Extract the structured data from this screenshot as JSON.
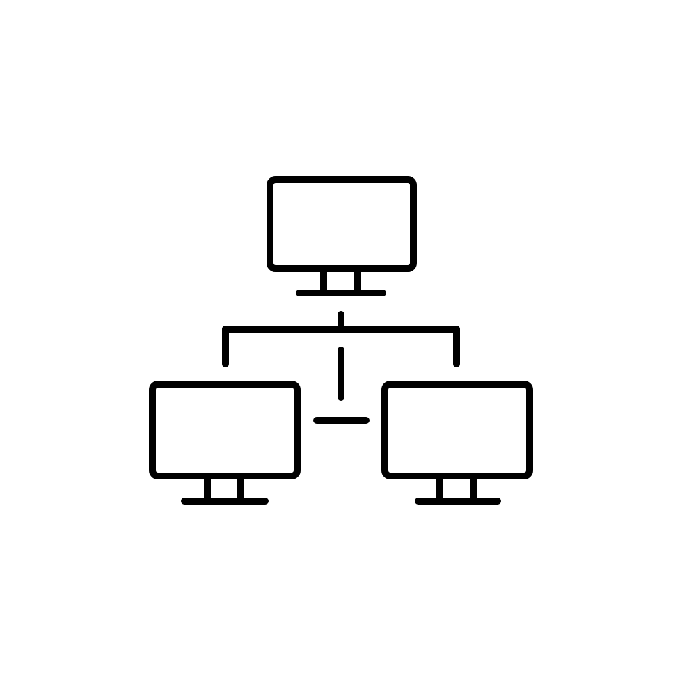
{
  "diagram": {
    "type": "network-topology-icon",
    "colors": {
      "background": "#ffffff",
      "stroke": "#000000"
    },
    "nodes": [
      {
        "id": "monitor-top",
        "icon": "monitor-icon"
      },
      {
        "id": "monitor-bottom-left",
        "icon": "monitor-icon"
      },
      {
        "id": "monitor-bottom-right",
        "icon": "monitor-icon"
      }
    ],
    "connectors": [
      {
        "from": "monitor-top",
        "to": "monitor-bottom-left"
      },
      {
        "from": "monitor-top",
        "to": "monitor-bottom-right"
      },
      {
        "from": "monitor-top",
        "to": "monitor-bottom-left",
        "via": "center-link"
      }
    ]
  }
}
